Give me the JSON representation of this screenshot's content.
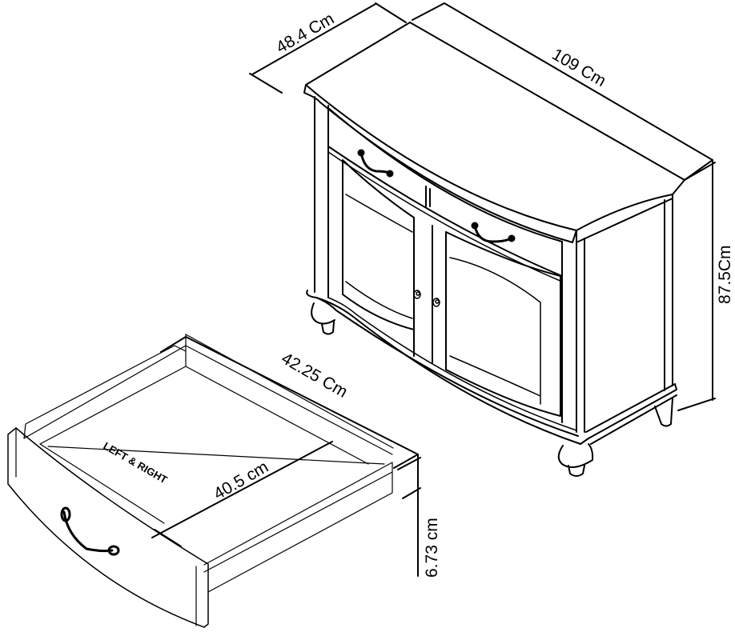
{
  "diagram": {
    "type": "technical-dimension-drawing",
    "subject": "sideboard with 2 drawers and 2 doors, plus drawer detail",
    "colors": {
      "line": "#000000",
      "background": "#ffffff"
    }
  },
  "cabinet": {
    "dimensions": {
      "depth": "48.4 Cm",
      "width": "109 Cm",
      "height": "87.5Cm"
    },
    "features": {
      "drawers": 2,
      "doors": 2,
      "drawer_handles": "bail-pull-icon",
      "door_knobs": "knob-icon",
      "feet": "turned-bun-feet"
    }
  },
  "drawer": {
    "dimensions": {
      "depth": "42.25  Cm",
      "inner_width": "40.5 cm",
      "height": "6.73 cm"
    },
    "note": "LEFT & RIGHT"
  }
}
